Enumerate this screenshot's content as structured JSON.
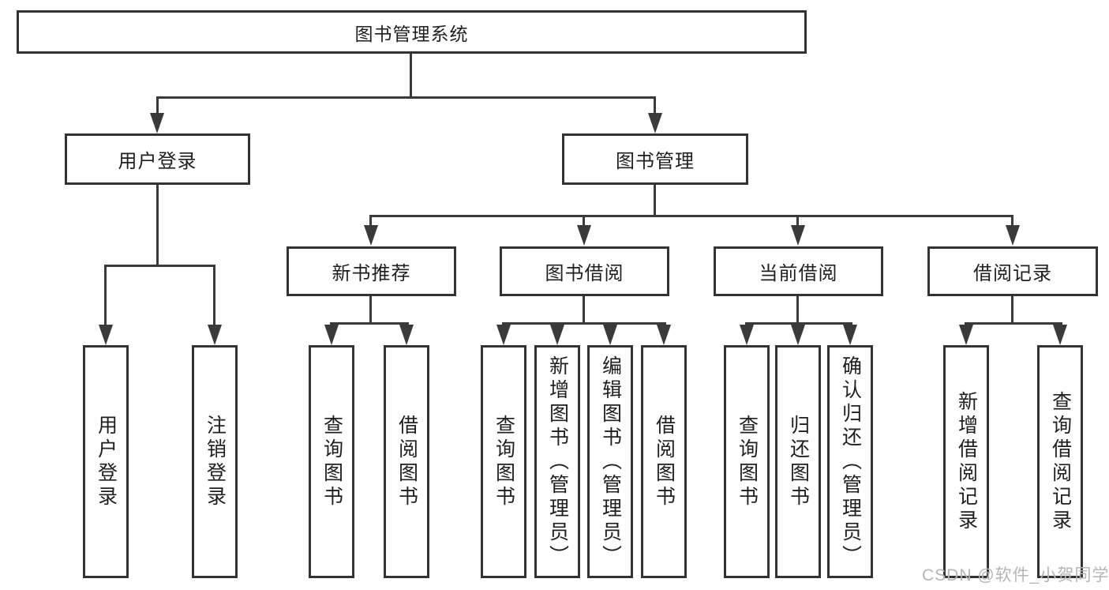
{
  "diagram_type": "hierarchy-tree",
  "tree": {
    "label": "图书管理系统",
    "children": [
      {
        "label": "用户登录",
        "children": [
          {
            "label": "用户登录"
          },
          {
            "label": "注销登录"
          }
        ]
      },
      {
        "label": "图书管理",
        "children": [
          {
            "label": "新书推荐",
            "children": [
              {
                "label": "查询图书"
              },
              {
                "label": "借阅图书"
              }
            ]
          },
          {
            "label": "图书借阅",
            "children": [
              {
                "label": "查询图书"
              },
              {
                "label": "新增图书（管理员）"
              },
              {
                "label": "编辑图书（管理员）"
              },
              {
                "label": "借阅图书"
              }
            ]
          },
          {
            "label": "当前借阅",
            "children": [
              {
                "label": "查询图书"
              },
              {
                "label": "归还图书"
              },
              {
                "label": "确认归还（管理员）"
              }
            ]
          },
          {
            "label": "借阅记录",
            "children": [
              {
                "label": "新增借阅记录"
              },
              {
                "label": "查询借阅记录"
              }
            ]
          }
        ]
      }
    ]
  },
  "watermark": {
    "text": "CSDN @软件_小贺同学"
  },
  "colors": {
    "line": "#3a3a3a",
    "border": "#333333",
    "text": "#1f1f1f",
    "watermark": "#b5b5b5",
    "background": "#ffffff"
  }
}
